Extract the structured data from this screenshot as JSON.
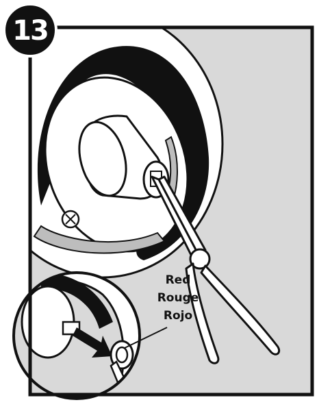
{
  "step": {
    "number": "13"
  },
  "callout": {
    "lines": [
      "Red",
      "Rouge",
      "Rojo"
    ]
  },
  "icons": {
    "step_badge": "step-number-badge",
    "main_scene": "shower-valve-pliers-illustration",
    "inset_scene": "magnified-cartridge-clip-inset",
    "screw": "phillips-screw-icon",
    "tool": "needle-nose-pliers-icon",
    "arrow": "direction-arrow-icon"
  },
  "colors": {
    "wall": "#d9d9d9",
    "line": "#111111",
    "fill": "#ffffff",
    "badge": "#111111"
  }
}
